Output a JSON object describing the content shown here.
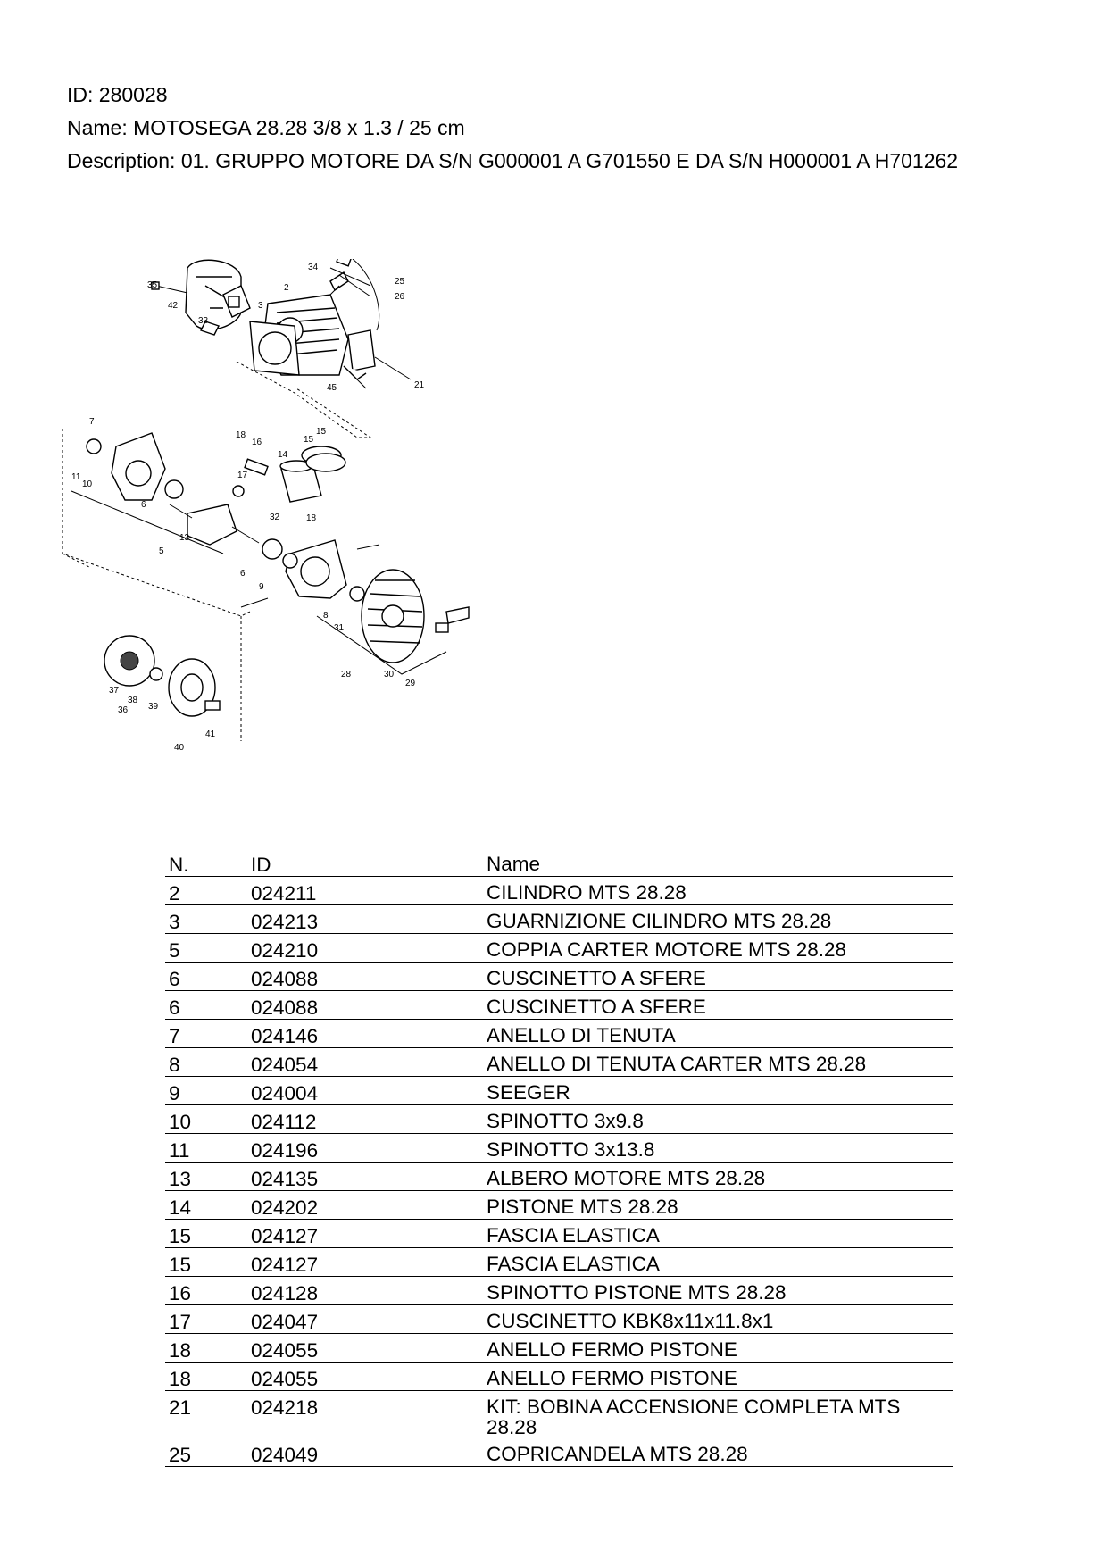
{
  "header": {
    "id_line": "ID: 280028",
    "name_line": "Name: MOTOSEGA 28.28 3/8 x 1.3 / 25 cm",
    "description_line": "Description: 01. GRUPPO MOTORE DA S/N G000001 A G701550 E DA S/N H000001 A H701262"
  },
  "diagram": {
    "callouts": [
      "35",
      "42",
      "33",
      "3",
      "2",
      "34",
      "25",
      "26",
      "21",
      "45",
      "7",
      "18",
      "16",
      "15",
      "15",
      "14",
      "17",
      "32",
      "18",
      "11",
      "10",
      "6",
      "13",
      "5",
      "6",
      "9",
      "8",
      "31",
      "28",
      "30",
      "29",
      "37",
      "38",
      "36",
      "39",
      "40",
      "41"
    ]
  },
  "table": {
    "headers": {
      "n": "N.",
      "id": "ID",
      "name": "Name"
    },
    "rows": [
      {
        "n": "2",
        "id": "024211",
        "name": "CILINDRO MTS 28.28"
      },
      {
        "n": "3",
        "id": "024213",
        "name": "GUARNIZIONE CILINDRO MTS 28.28"
      },
      {
        "n": "5",
        "id": "024210",
        "name": "COPPIA CARTER MOTORE MTS 28.28"
      },
      {
        "n": "6",
        "id": "024088",
        "name": "CUSCINETTO A SFERE"
      },
      {
        "n": "6",
        "id": "024088",
        "name": "CUSCINETTO A SFERE"
      },
      {
        "n": "7",
        "id": "024146",
        "name": "ANELLO DI TENUTA"
      },
      {
        "n": "8",
        "id": "024054",
        "name": "ANELLO DI TENUTA CARTER MTS 28.28"
      },
      {
        "n": "9",
        "id": "024004",
        "name": "SEEGER"
      },
      {
        "n": "10",
        "id": "024112",
        "name": "SPINOTTO 3x9.8"
      },
      {
        "n": "11",
        "id": "024196",
        "name": "SPINOTTO 3x13.8"
      },
      {
        "n": "13",
        "id": "024135",
        "name": "ALBERO MOTORE MTS 28.28"
      },
      {
        "n": "14",
        "id": "024202",
        "name": "PISTONE MTS 28.28"
      },
      {
        "n": "15",
        "id": "024127",
        "name": "FASCIA ELASTICA"
      },
      {
        "n": "15",
        "id": "024127",
        "name": "FASCIA ELASTICA"
      },
      {
        "n": "16",
        "id": "024128",
        "name": "SPINOTTO PISTONE MTS 28.28"
      },
      {
        "n": "17",
        "id": "024047",
        "name": "CUSCINETTO KBK8x11x11.8x1"
      },
      {
        "n": "18",
        "id": "024055",
        "name": "ANELLO FERMO PISTONE"
      },
      {
        "n": "18",
        "id": "024055",
        "name": "ANELLO FERMO PISTONE"
      },
      {
        "n": "21",
        "id": "024218",
        "name": "KIT: BOBINA ACCENSIONE COMPLETA MTS 28.28"
      },
      {
        "n": "25",
        "id": "024049",
        "name": "COPRICANDELA MTS 28.28"
      }
    ]
  }
}
